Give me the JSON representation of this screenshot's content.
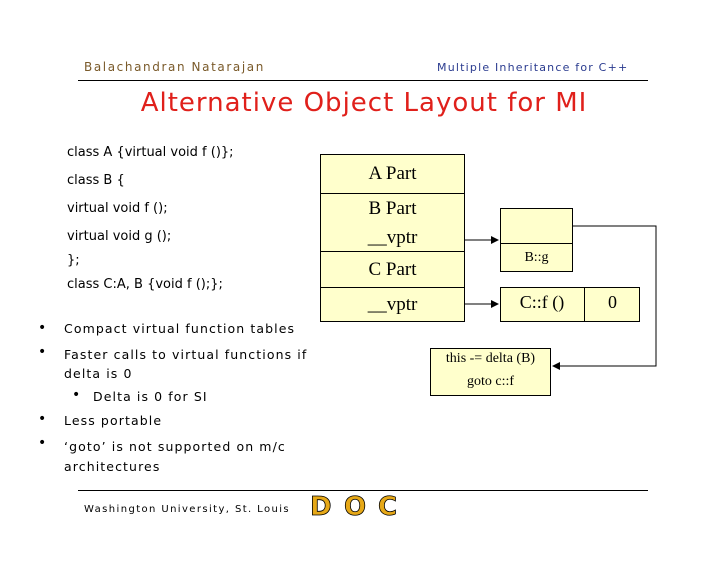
{
  "header": {
    "author": "Balachandran Natarajan",
    "course": "Multiple Inheritance for C++"
  },
  "title": "Alternative Object Layout for MI",
  "code_lines": [
    "class A {virtual void f ()};",
    "class B {",
    "virtual void f ();",
    "virtual void g ();",
    "};",
    "class C:A, B {void f ();};"
  ],
  "bullets": [
    "Compact virtual function tables",
    "Faster calls to virtual functions if delta is 0",
    "Less portable",
    "‘goto’ is not supported on m/c architectures"
  ],
  "sub_bullet": "Delta is 0 for SI",
  "object_layout": {
    "a_part": "A Part",
    "b_part": "B Part",
    "vptr_1": "__vptr",
    "c_part": "C Part",
    "vptr_2": "__vptr"
  },
  "vtable": {
    "bg_entry": "B::g",
    "cf_entry": "C::f ()",
    "cf_delta": "0"
  },
  "thunk": {
    "line1": "this -= delta (B)",
    "line2": "goto c::f"
  },
  "footer": {
    "institution": "Washington University, St. Louis",
    "logo_letters": [
      "D",
      "O",
      "C"
    ]
  },
  "colors": {
    "title": "#e0201b",
    "box_fill": "#ffffcc",
    "author": "#7a5a2a",
    "course": "#2a3b8f"
  }
}
